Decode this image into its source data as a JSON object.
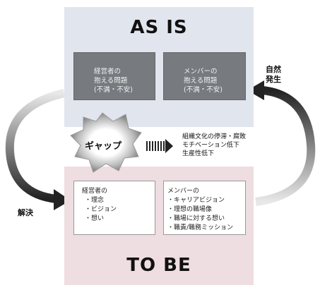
{
  "as_is": {
    "title": "AS IS",
    "left_box": [
      "経営者の",
      "抱える問題",
      "(不満・不安)"
    ],
    "right_box": [
      "メンバーの",
      "抱える問題",
      "(不満・不安)"
    ]
  },
  "to_be": {
    "title": "TO BE",
    "left_box": [
      "経営者の",
      "・理念",
      "・ビジョン",
      "・想い"
    ],
    "right_box": [
      "メンバーの",
      "・キャリアビジョン",
      "・理想の職場像",
      "・職場に対する想い",
      "・職責/職務ミッション"
    ]
  },
  "gap": {
    "label": "ギャップ",
    "effects": [
      "組織文化の停滞・腐敗",
      "モチベーション低下",
      "生産性低下"
    ]
  },
  "arrows": {
    "natural_label": [
      "自然",
      "発生"
    ],
    "resolve_label": "解決"
  }
}
